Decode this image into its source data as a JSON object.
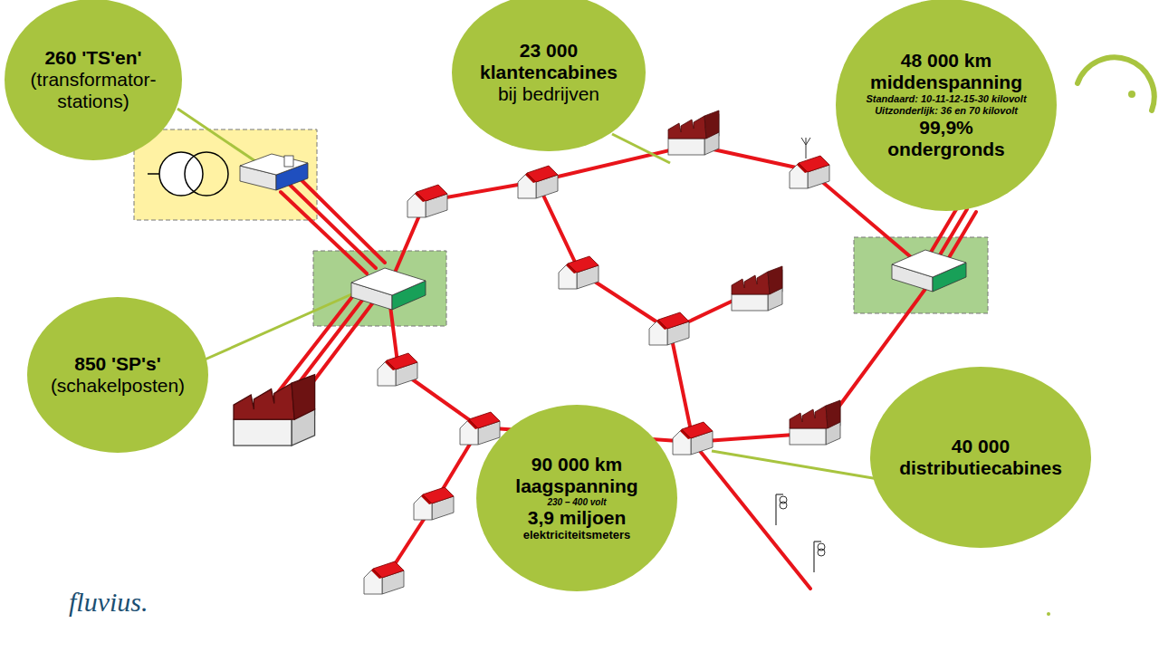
{
  "diagram": {
    "nodes": [
      {
        "text": [
          "260 'TS'en'",
          "(transformator- stations)"
        ]
      },
      {
        "text": [
          "23 000 klantencabines",
          "bij bedrijven"
        ]
      },
      {
        "text": [
          "48 000 km middenspanning",
          "Standaard: 10-11-12-15-30 kilovolt",
          "Uitzonderlijk: 36 en 70 kilovolt",
          "99,9% ondergronds"
        ]
      },
      {
        "text": [
          "850 'SP's'",
          "(schakelposten)"
        ]
      },
      {
        "text": [
          "90 000 km laagspanning",
          "230 – 400 volt",
          "3,9 miljoen",
          "elektriciteitsmeters"
        ]
      },
      {
        "text": [
          "40 000 distributiecabines"
        ]
      }
    ],
    "labels": [
      "fluvius."
    ]
  }
}
